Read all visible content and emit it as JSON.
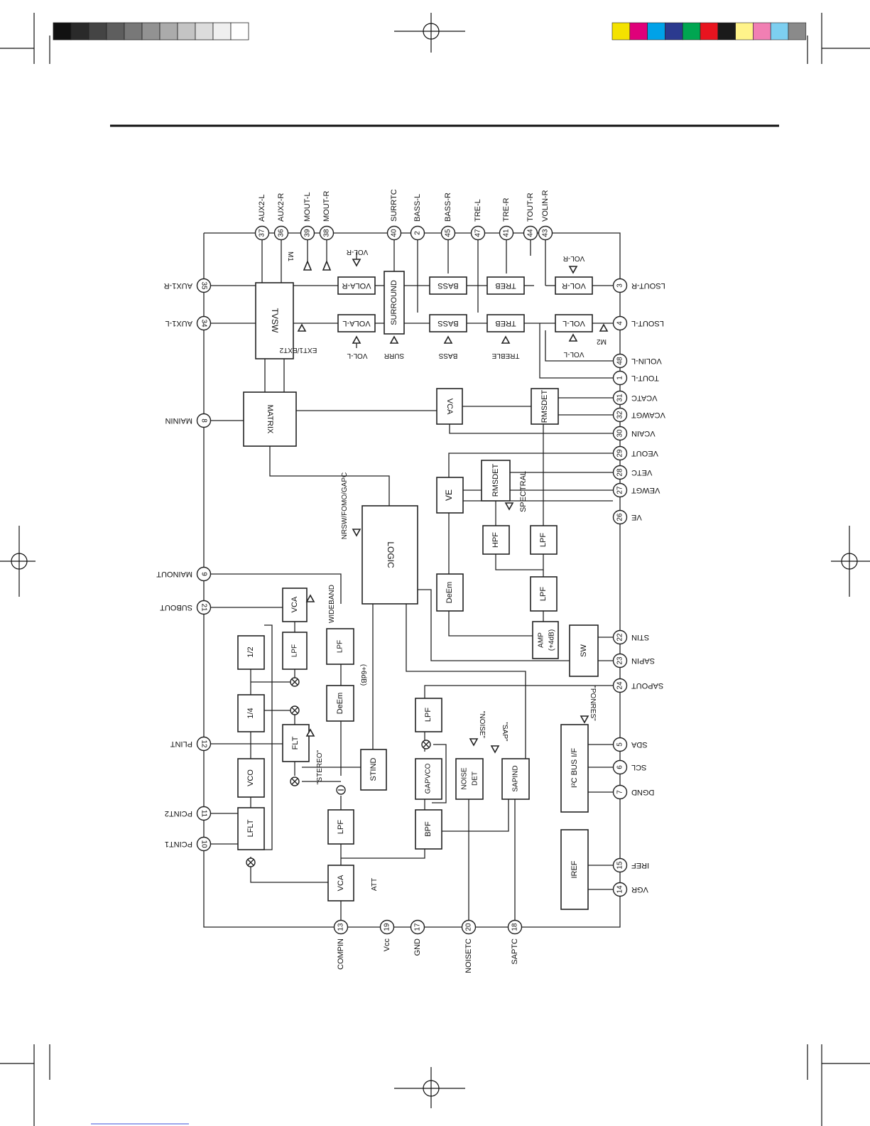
{
  "color_bar": {
    "grays": [
      "#111111",
      "#2a2a2a",
      "#444444",
      "#5e5e5e",
      "#787878",
      "#929292",
      "#ababab",
      "#c4c4c4",
      "#dcdcdc",
      "#efefef",
      "#ffffff"
    ],
    "colors": [
      "#f4e200",
      "#e0007a",
      "#00a2e8",
      "#2b3a8f",
      "#00a651",
      "#e8141f",
      "#1a1a1a",
      "#fff38a",
      "#f17fb3",
      "#7dcff0",
      "#8a8a8a"
    ]
  },
  "pins": [
    {
      "n": "37",
      "label": "AUX2-L"
    },
    {
      "n": "36",
      "label": "AUX2-R"
    },
    {
      "n": "39",
      "label": "MOUT-L"
    },
    {
      "n": "38",
      "label": "MOUT-R"
    },
    {
      "n": "40",
      "label": "SURRTC"
    },
    {
      "n": "2",
      "label": "BASS-L"
    },
    {
      "n": "45",
      "label": "BASS-R"
    },
    {
      "n": "47",
      "label": "TRE-L"
    },
    {
      "n": "41",
      "label": "TRE-R"
    },
    {
      "n": "44",
      "label": "TOUT-R"
    },
    {
      "n": "43",
      "label": "VOLIN-R"
    },
    {
      "n": "35",
      "label": "AUX1-R"
    },
    {
      "n": "34",
      "label": "AUX1-L"
    },
    {
      "n": "8",
      "label": "MAININ"
    },
    {
      "n": "9",
      "label": "MAINOUT"
    },
    {
      "n": "21",
      "label": "SUBOUT"
    },
    {
      "n": "12",
      "label": "PLINT"
    },
    {
      "n": "11",
      "label": "PCINT2"
    },
    {
      "n": "10",
      "label": "PCINT1"
    },
    {
      "n": "13",
      "label": "COMPIN"
    },
    {
      "n": "19",
      "label": "Vcc"
    },
    {
      "n": "17",
      "label": "GND"
    },
    {
      "n": "20",
      "label": "NOISETC"
    },
    {
      "n": "18",
      "label": "SAPTC"
    },
    {
      "n": "3",
      "label": "LSOUT-R"
    },
    {
      "n": "4",
      "label": "LSOUT-L"
    },
    {
      "n": "48",
      "label": "VOLIN-L"
    },
    {
      "n": "1",
      "label": "TOUT-L"
    },
    {
      "n": "31",
      "label": "VCATC"
    },
    {
      "n": "32",
      "label": "VCAWGT"
    },
    {
      "n": "30",
      "label": "VCAIN"
    },
    {
      "n": "29",
      "label": "VEOUT"
    },
    {
      "n": "28",
      "label": "VETC"
    },
    {
      "n": "27",
      "label": "VEWGT"
    },
    {
      "n": "26",
      "label": "VE"
    },
    {
      "n": "22",
      "label": "STIN"
    },
    {
      "n": "23",
      "label": "SAPIN"
    },
    {
      "n": "24",
      "label": "SAPOUT"
    },
    {
      "n": "5",
      "label": "SDA"
    },
    {
      "n": "6",
      "label": "SCL"
    },
    {
      "n": "7",
      "label": "DGND"
    },
    {
      "n": "15",
      "label": "IREF"
    },
    {
      "n": "14",
      "label": "VGR"
    }
  ],
  "blocks": {
    "tvsw": "TVSW",
    "vola_r": "VOLA-R",
    "vola_l": "VOLA-L",
    "surround": "SURROUND",
    "bass_r": "BASS",
    "bass_l": "BASS",
    "treb_r": "TREB",
    "treb_l": "TREB",
    "vol_r": "VOL-R",
    "vol_l": "VOL-L",
    "matrix": "MATRIX",
    "vca_main": "VCA",
    "rmsdet_vca": "RMSDET",
    "rmsdet_ve": "RMSDET",
    "ve": "VE",
    "logic": "LOGIC",
    "hpf": "HPF",
    "lpf_ve": "LPF",
    "lpf_st": "LPF",
    "deem_ve": "DeEm",
    "amp": "AMP",
    "amp_gain": "(+4dB)",
    "sw": "SW",
    "vca_sub": "VCA",
    "lpf_sub": "LPF",
    "half": "1/2",
    "quarter": "1/4",
    "flt": "FLT",
    "vco": "VCO",
    "lflt": "LFLT",
    "lpf_wide": "LPF",
    "deem_sub": "DeEm",
    "stind": "STIND",
    "lpf_in": "LPF",
    "vca_in": "VCA",
    "lpf_sap": "LPF",
    "gapvco": "GAPVCO",
    "bpf": "BPF",
    "noise_det_1": "NOISE",
    "noise_det_2": "DET",
    "sapind": "SAPIND",
    "i2c": "I²C BUS I/F",
    "iref": "IREF"
  },
  "signals": {
    "vola_r_ctl": "VOL-R",
    "vola_l_ctl": "VOL-L",
    "vol_r_ctl": "VOL-R",
    "vol_l_ctl": "VOL-L",
    "m1": "M1",
    "m2": "M2",
    "ext": "EXT1/EXT2",
    "surr": "SURR",
    "bass": "BASS",
    "treble": "TREBLE",
    "spectral": "SPECTRAL",
    "nrsw": "NRSW/FOMO/GAPC",
    "wideband": "WIDEBAND",
    "gain": "(+6dB)",
    "stereo": "\"STEREO\"",
    "noise": "\"NOISE\"",
    "sap": "\"SAP\"",
    "ponres": "\"PONRES\"",
    "att": "ATT"
  }
}
